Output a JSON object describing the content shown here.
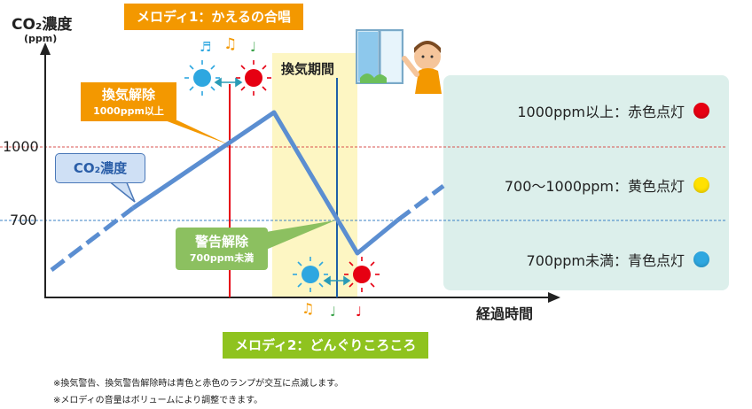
{
  "y_axis_title": "CO₂濃度",
  "y_axis_unit": "(ppm)",
  "x_axis_title": "経過時間",
  "y_ticks": [
    "1000",
    "700"
  ],
  "melody1_banner": "メロディ1：かえるの合唱",
  "melody2_banner": "メロディ2：どんぐりころころ",
  "ventilation_period_label": "換気期間",
  "callout_release": {
    "title": "換気解除",
    "sub": "1000ppm以上"
  },
  "callout_co2": {
    "title": "CO₂濃度"
  },
  "callout_warning_release": {
    "title": "警告解除",
    "sub": "700ppm未満"
  },
  "legend": [
    {
      "text": "1000ppm以上：赤色点灯",
      "color": "#e60012"
    },
    {
      "text": "700〜1000ppm：黄色点灯",
      "color": "#ffe100"
    },
    {
      "text": "700ppm未満：青色点灯",
      "color": "#2ea7e0"
    }
  ],
  "notes": [
    "※換気警告、換気警告解除時は青色と赤色のランプが交互に点滅します。",
    "※メロディの音量はボリュームにより調整できます。"
  ],
  "colors": {
    "orange": "#f39800",
    "green": "#8fc31f",
    "line_blue": "#5b8ed1",
    "red": "#e60012",
    "yellow_band": "#fdf6c3",
    "teal_arrow": "#2a9bb6"
  },
  "icons": [
    "music-note-icon",
    "window-boy-illustration",
    "blue-lamp-icon",
    "red-lamp-icon",
    "double-arrow-icon"
  ]
}
